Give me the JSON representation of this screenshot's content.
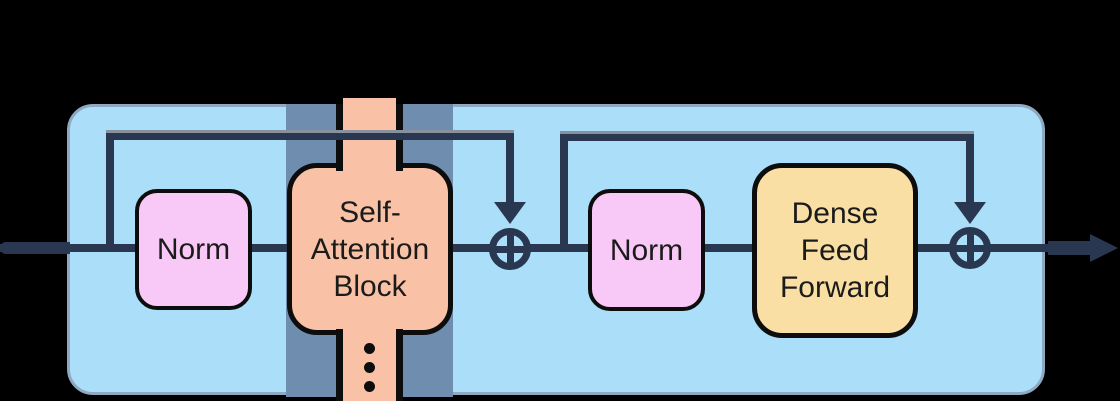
{
  "nodes": {
    "norm_1": {
      "label": "Norm"
    },
    "self_attention": {
      "lines": [
        "Self-",
        "Attention",
        "Block"
      ]
    },
    "norm_2": {
      "label": "Norm"
    },
    "dense_feed_forward": {
      "lines": [
        "Dense",
        "Feed",
        "Forward"
      ]
    }
  },
  "symbols": {
    "add_operator": "circled-plus",
    "continuation": "vertical-ellipsis",
    "residual_arrows": "down-arrow",
    "output": "right-arrow"
  },
  "colors": {
    "background": "#000000",
    "container_fill": "#abdef8",
    "container_border": "#8fa9c2",
    "attention_band": "#6f8dae",
    "connector": "#293750",
    "attention_fill": "#f9c2a6",
    "norm_fill": "#f8c8f6",
    "feed_forward_fill": "#f9dfa4",
    "node_border": "#0d0d0d",
    "text": "#1b1b1b"
  }
}
